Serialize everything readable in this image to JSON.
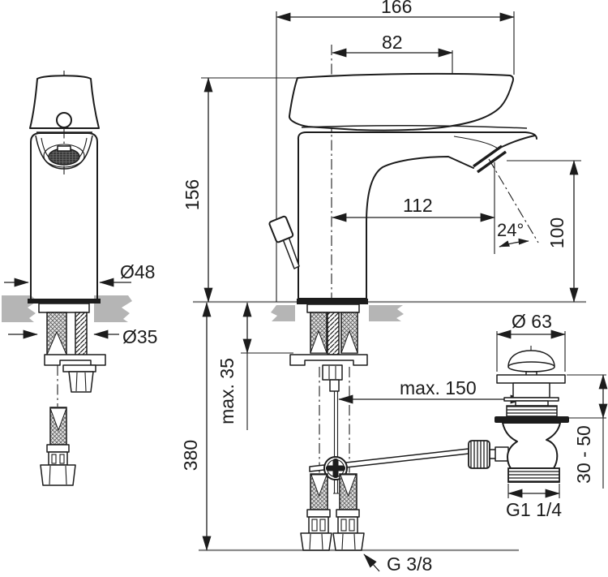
{
  "drawing": {
    "type": "installation technical drawing",
    "subject": "single-lever basin mixer with pop-up waste",
    "colors": {
      "line": "#1c1c1c",
      "countertop": "#b5b5b5",
      "reference_line": "#8a8a8a",
      "background": "#ffffff"
    },
    "dimensions": {
      "overall_depth": "166",
      "handle_reach": "82",
      "body_height": "156",
      "spout_reach": "112",
      "spray_angle": "24°",
      "outlet_height": "100",
      "base_diameter": "Ø48",
      "mounting_hole_diameter": "Ø35",
      "deck_thickness": "max. 35",
      "hose_drop": "380",
      "rod_reach": "max. 150",
      "waste_cap_diameter": "Ø 63",
      "basin_thickness_range": "30 - 50",
      "waste_thread": "G1 1/4",
      "hose_thread": "G 3/8"
    }
  }
}
